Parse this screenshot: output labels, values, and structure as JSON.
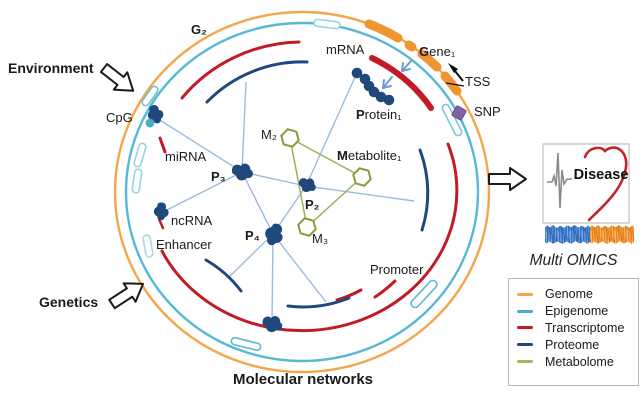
{
  "title": "Molecular networks",
  "inputs": {
    "environment": "Environment",
    "genetics": "Genetics"
  },
  "outcome": {
    "disease": "Disease"
  },
  "genome_layer": {
    "g2": "G₂",
    "gene1": "Gene₁",
    "tss": "TSS",
    "snp": "SNP"
  },
  "epigenome_layer": {
    "cpg": "CpG",
    "enhancer": "Enhancer",
    "promoter": "Promoter"
  },
  "transcriptome_layer": {
    "mrna": "mRNA",
    "mirna": "miRNA",
    "ncrna": "ncRNA"
  },
  "proteome_layer": {
    "protein1": "Protein₁",
    "p2": "P₂",
    "p3": "P₃",
    "p4": "P₄"
  },
  "metabolome_layer": {
    "metabolite1": "Metabolite₁",
    "m2": "M₂",
    "m3": "M₃"
  },
  "legend": {
    "title": "Multi OMICS",
    "items": [
      {
        "label": "Genome",
        "color": "#F5A54A"
      },
      {
        "label": "Epigenome",
        "color": "#4BACC6"
      },
      {
        "label": "Transcriptome",
        "color": "#C21B26"
      },
      {
        "label": "Proteome",
        "color": "#1F497D"
      },
      {
        "label": "Metabolome",
        "color": "#A3B75A"
      }
    ]
  },
  "colors": {
    "genome": "#F5A54A",
    "epigenome": "#4BACC6",
    "transcriptome": "#C21B26",
    "proteome": "#1F497D",
    "metabolome": "#A3B75A",
    "snp": "#8064A2",
    "network_line": "#9CBBE0",
    "disease_red": "#C3242C"
  }
}
